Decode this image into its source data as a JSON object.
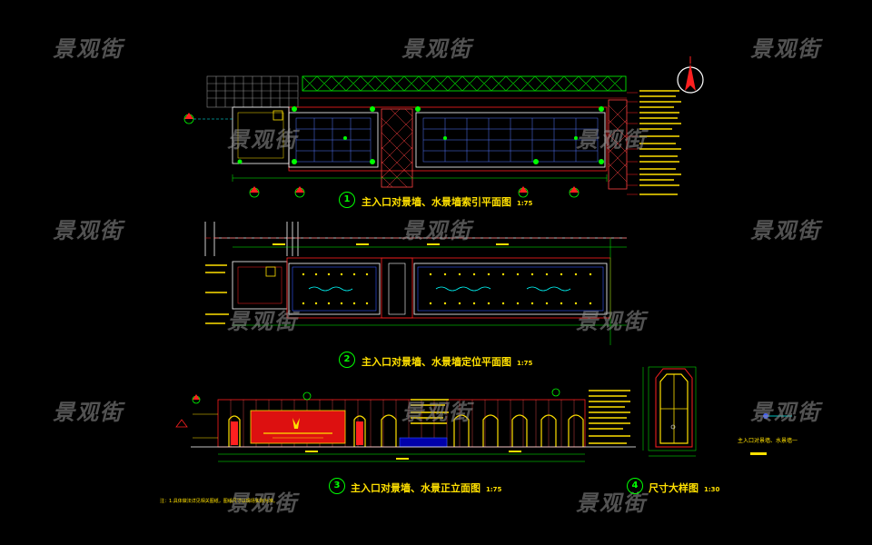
{
  "watermark": "景观街",
  "drawings": [
    {
      "number": "1",
      "title": "主入口对景墙、水景墙索引平面图",
      "scale": "1:75"
    },
    {
      "number": "2",
      "title": "主入口对景墙、水景墙定位平面图",
      "scale": "1:75"
    },
    {
      "number": "3",
      "title": "主入口对景墙、水景正立面图",
      "scale": "1:75"
    },
    {
      "number": "4",
      "title": "尺寸大样图",
      "scale": "1:30"
    }
  ],
  "side_legend": "主入口对景墙、水景墙一",
  "footnote": "注：1.具体做法详见相关图纸，图纸尺寸以现场实际为准。",
  "colors": {
    "background": "#000000",
    "line_green": "#00ff00",
    "line_yellow": "#ffe000",
    "line_red": "#ff2020",
    "line_cyan": "#00ffff",
    "fill_red": "#dd1010",
    "watermark": "#969696"
  }
}
